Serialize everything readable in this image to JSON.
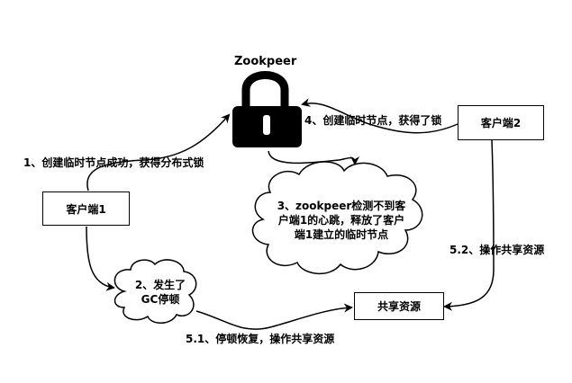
{
  "title": "Zookpeer",
  "nodes": {
    "client1": "客户端1",
    "client2": "客户端2",
    "shared": "共享资源"
  },
  "clouds": {
    "gc_line1": "2、发生了",
    "gc_line2": "GC停顿",
    "detect_line1": "3、zookpeer检测不到客",
    "detect_line2": "户端1的心跳，释放了客户",
    "detect_line3": "端1建立的临时节点"
  },
  "labels": {
    "step1": "1、创建临时节点成功，获得分布式锁",
    "step4": "4、创建临时节点，获得了锁",
    "step51": "5.1、停顿恢复，操作共享资源",
    "step52": "5.2、操作共享资源"
  },
  "icons": {
    "lock": "lock-icon"
  },
  "colors": {
    "stroke": "#000000",
    "background": "#ffffff"
  }
}
